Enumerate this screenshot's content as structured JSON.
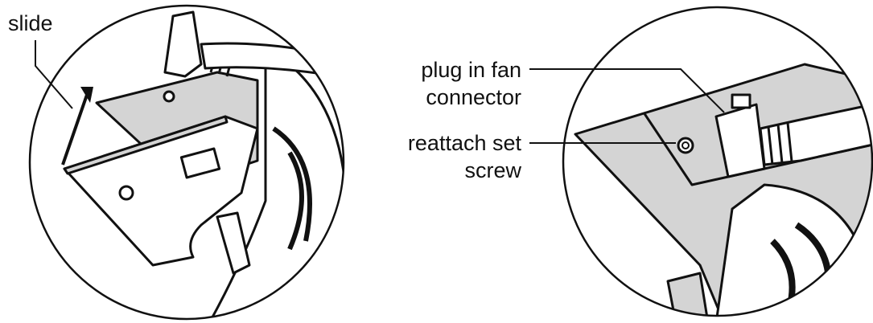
{
  "labels": {
    "slide": "slide",
    "plug_line1": "plug in fan",
    "plug_line2": "connector",
    "screw_line1": "reattach set",
    "screw_line2": "screw"
  },
  "colors": {
    "fill_gray": "#d4d4d4",
    "stroke": "#111111"
  }
}
